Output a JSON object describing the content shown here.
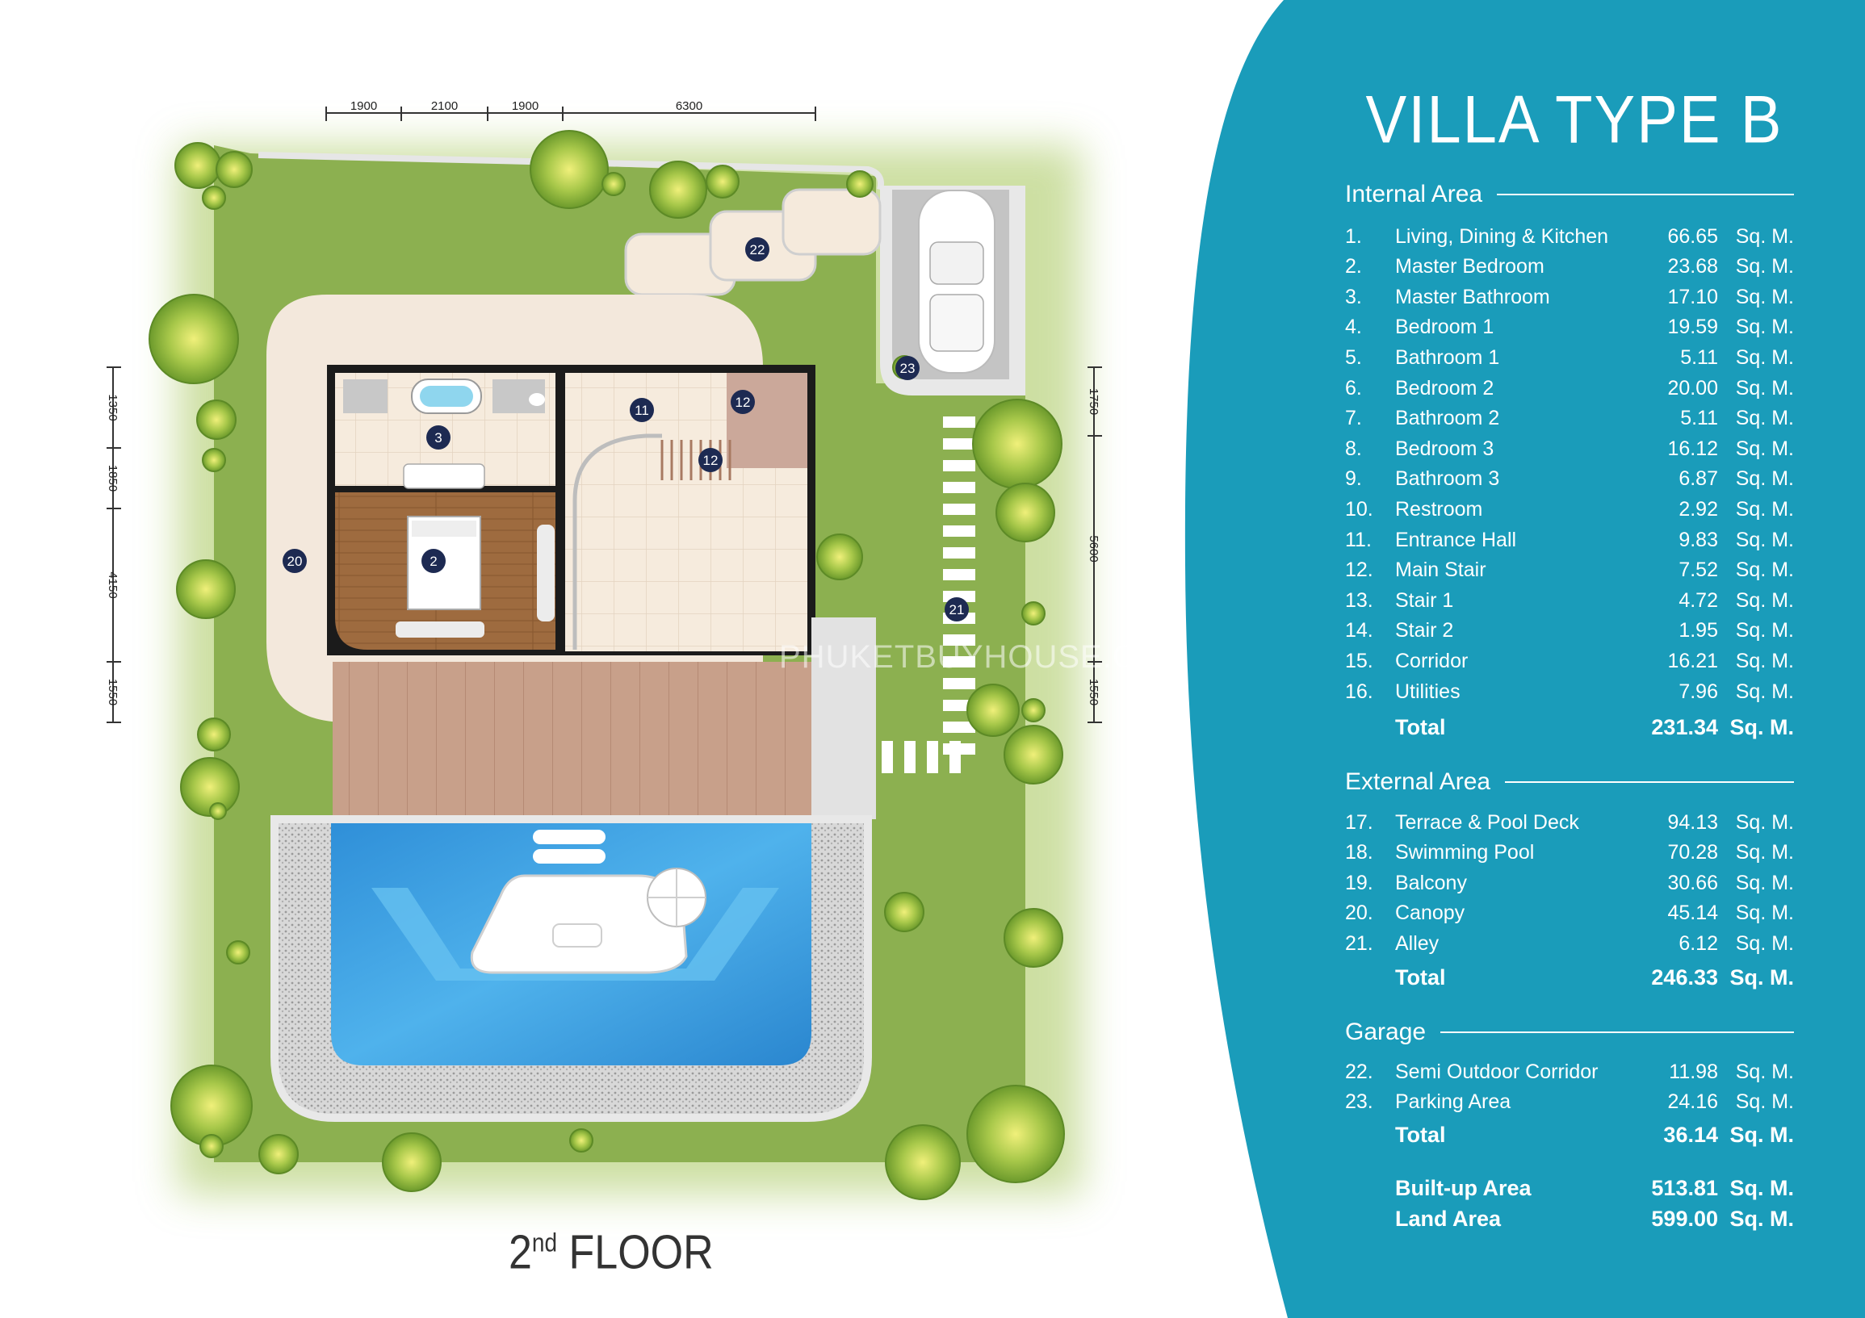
{
  "title": "VILLA TYPE B",
  "floor_label": {
    "main": "FLOOR",
    "ordinal_num": "2",
    "ordinal_suffix": "nd"
  },
  "watermark": "PHUKETBUYHOUSE.COM",
  "dimensions": {
    "top": [
      "1900",
      "2100",
      "1900",
      "6300"
    ],
    "left": [
      "1350",
      "1850",
      "4150",
      "1550"
    ],
    "right": [
      "1750",
      "5600",
      "1550"
    ]
  },
  "plan_markers": [
    "2",
    "3",
    "11",
    "12",
    "12",
    "20",
    "21",
    "22",
    "23"
  ],
  "internal": {
    "heading": "Internal Area",
    "items": [
      {
        "num": "1.",
        "label": "Living, Dining & Kitchen",
        "value": "66.65",
        "unit": "Sq. M."
      },
      {
        "num": "2.",
        "label": "Master Bedroom",
        "value": "23.68",
        "unit": "Sq. M."
      },
      {
        "num": "3.",
        "label": "Master Bathroom",
        "value": "17.10",
        "unit": "Sq. M."
      },
      {
        "num": "4.",
        "label": "Bedroom 1",
        "value": "19.59",
        "unit": "Sq. M."
      },
      {
        "num": "5.",
        "label": "Bathroom 1",
        "value": "5.11",
        "unit": "Sq. M."
      },
      {
        "num": "6.",
        "label": "Bedroom 2",
        "value": "20.00",
        "unit": "Sq. M."
      },
      {
        "num": "7.",
        "label": "Bathroom 2",
        "value": "5.11",
        "unit": "Sq. M."
      },
      {
        "num": "8.",
        "label": "Bedroom 3",
        "value": "16.12",
        "unit": "Sq. M."
      },
      {
        "num": "9.",
        "label": "Bathroom 3",
        "value": "6.87",
        "unit": "Sq. M."
      },
      {
        "num": "10.",
        "label": "Restroom",
        "value": "2.92",
        "unit": "Sq. M."
      },
      {
        "num": "11.",
        "label": "Entrance Hall",
        "value": "9.83",
        "unit": "Sq. M."
      },
      {
        "num": "12.",
        "label": "Main Stair",
        "value": "7.52",
        "unit": "Sq. M."
      },
      {
        "num": "13.",
        "label": "Stair 1",
        "value": "4.72",
        "unit": "Sq. M."
      },
      {
        "num": "14.",
        "label": "Stair 2",
        "value": "1.95",
        "unit": "Sq. M."
      },
      {
        "num": "15.",
        "label": "Corridor",
        "value": "16.21",
        "unit": "Sq. M."
      },
      {
        "num": "16.",
        "label": "Utilities",
        "value": "7.96",
        "unit": "Sq. M."
      }
    ],
    "total": {
      "label": "Total",
      "value": "231.34",
      "unit": "Sq. M."
    }
  },
  "external": {
    "heading": "External Area",
    "items": [
      {
        "num": "17.",
        "label": "Terrace & Pool Deck",
        "value": "94.13",
        "unit": "Sq. M."
      },
      {
        "num": "18.",
        "label": "Swimming Pool",
        "value": "70.28",
        "unit": "Sq. M."
      },
      {
        "num": "19.",
        "label": "Balcony",
        "value": "30.66",
        "unit": "Sq. M."
      },
      {
        "num": "20.",
        "label": "Canopy",
        "value": "45.14",
        "unit": "Sq. M."
      },
      {
        "num": "21.",
        "label": "Alley",
        "value": "6.12",
        "unit": "Sq. M."
      }
    ],
    "total": {
      "label": "Total",
      "value": "246.33",
      "unit": "Sq. M."
    }
  },
  "garage": {
    "heading": "Garage",
    "items": [
      {
        "num": "22.",
        "label": "Semi Outdoor Corridor",
        "value": "11.98",
        "unit": "Sq. M."
      },
      {
        "num": "23.",
        "label": "Parking Area",
        "value": "24.16",
        "unit": "Sq. M."
      }
    ],
    "total": {
      "label": "Total",
      "value": "36.14",
      "unit": "Sq. M."
    }
  },
  "summary": [
    {
      "label": "Built-up Area",
      "value": "513.81",
      "unit": "Sq. M."
    },
    {
      "label": "Land Area",
      "value": "599.00",
      "unit": "Sq. M."
    }
  ],
  "colors": {
    "panel": "#1a9cba",
    "lawn": "#8cb050",
    "pool": "#3c9fe0",
    "deck": "#c49a82",
    "wood_floor": "#9b6a3e",
    "canopy": "#f2e7dc",
    "tile": "#f5eadc"
  }
}
